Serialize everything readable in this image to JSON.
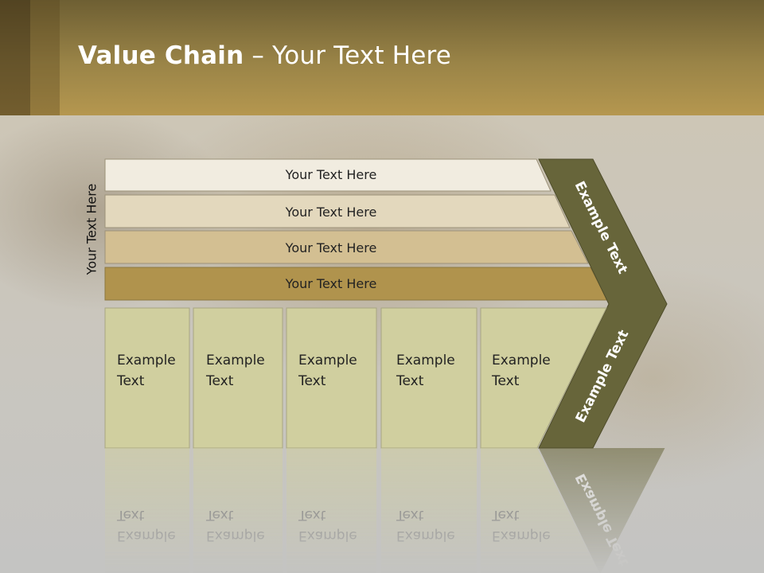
{
  "title": {
    "bold": "Value Chain",
    "rest": " – Your Text Here"
  },
  "side_label": "Your Text Here",
  "bars": [
    {
      "label": "Your Text Here",
      "color": "#f1ece0"
    },
    {
      "label": "Your Text Here",
      "color": "#e3d8bd"
    },
    {
      "label": "Your Text Here",
      "color": "#d3bf92"
    },
    {
      "label": "Your Text Here",
      "color": "#b0934d"
    }
  ],
  "boxes": [
    {
      "line1": "Example",
      "line2": "Text"
    },
    {
      "line1": "Example",
      "line2": "Text"
    },
    {
      "line1": "Example",
      "line2": "Text"
    },
    {
      "line1": "Example",
      "line2": "Text"
    },
    {
      "line1": "Example",
      "line2": "Text"
    }
  ],
  "chevron": {
    "upper_label": "Example Text",
    "lower_label": "Example Text",
    "color": "#67653a"
  },
  "colors": {
    "box_fill": "#d0cf9f",
    "header": "#9a8447"
  }
}
